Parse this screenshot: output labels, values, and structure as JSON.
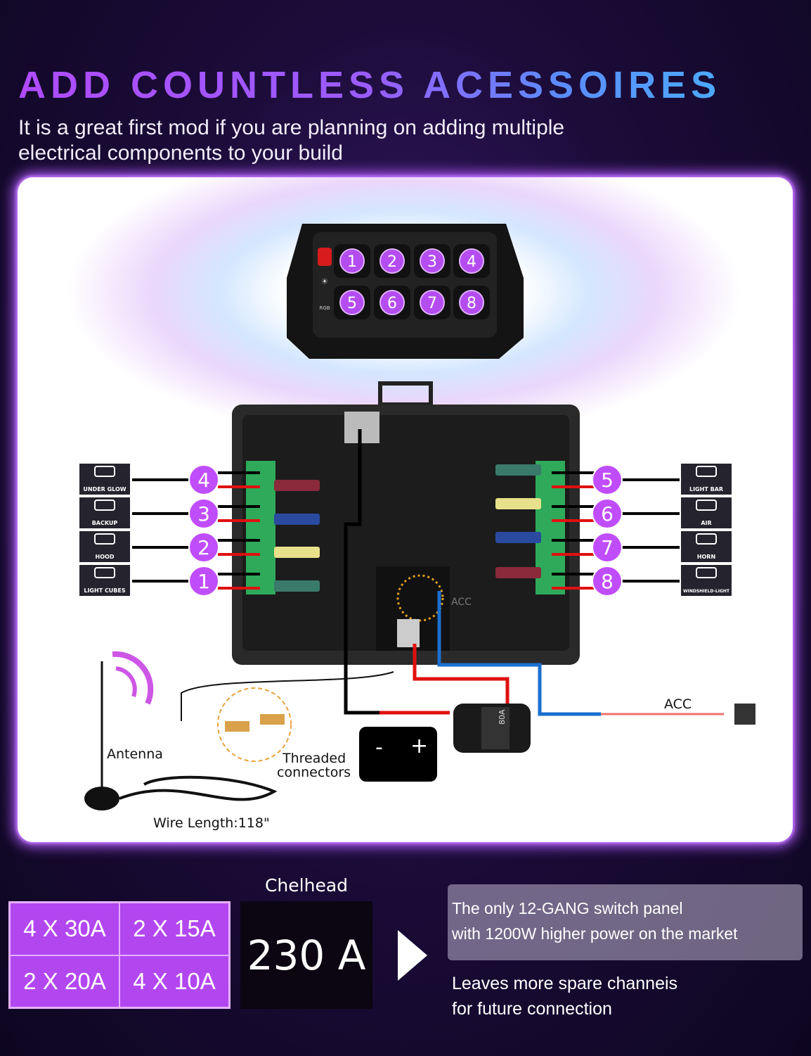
{
  "header": {
    "title": "ADD COUNTLESS ACESSOIRES",
    "subtitle_line1": "It is a great first mod if you are planning on adding multiple",
    "subtitle_line2": "electrical components to your build"
  },
  "keypad": {
    "buttons": [
      "1",
      "2",
      "3",
      "4",
      "5",
      "6",
      "7",
      "8"
    ],
    "side_labels": [
      "RGB"
    ]
  },
  "left_accessories": [
    {
      "label": "UNDER GLOW",
      "channel": "4",
      "icon": "underglow-icon"
    },
    {
      "label": "BACKUP",
      "channel": "3",
      "icon": "backup-light-icon"
    },
    {
      "label": "HOOD",
      "channel": "2",
      "icon": "hood-light-icon"
    },
    {
      "label": "LIGHT CUBES",
      "channel": "1",
      "icon": "light-cubes-icon"
    }
  ],
  "right_accessories": [
    {
      "label": "LIGHT BAR",
      "channel": "5",
      "icon": "light-bar-icon"
    },
    {
      "label": "AIR",
      "channel": "6",
      "icon": "air-icon"
    },
    {
      "label": "HORN",
      "channel": "7",
      "icon": "horn-icon"
    },
    {
      "label": "WINDSHIELD-LIGHT",
      "channel": "8",
      "icon": "windshield-light-icon"
    }
  ],
  "diagram": {
    "acc_box": "ACC",
    "acc_wire": "ACC",
    "antenna": "Antenna",
    "threaded1": "Threaded",
    "threaded2": "connectors",
    "wire_length": "Wire Length:118\"",
    "battery_minus": "-",
    "battery_plus": "+",
    "breaker": "80A"
  },
  "specs": {
    "fuses": [
      "4 X 30A",
      "2 X 15A",
      "2 X 20A",
      "4 X 10A"
    ],
    "brand": "Chelhead",
    "current": "230 A",
    "highlight_line1": "The only 12-GANG switch panel",
    "highlight_line2": "with 1200W higher power on the market",
    "note_line1": "Leaves more spare channeis",
    "note_line2": "for future connection"
  },
  "colors": {
    "accent": "#b247f0",
    "badge": "#c04dfc",
    "wire_red": "#e01010",
    "wire_blue": "#1a6fd0"
  }
}
